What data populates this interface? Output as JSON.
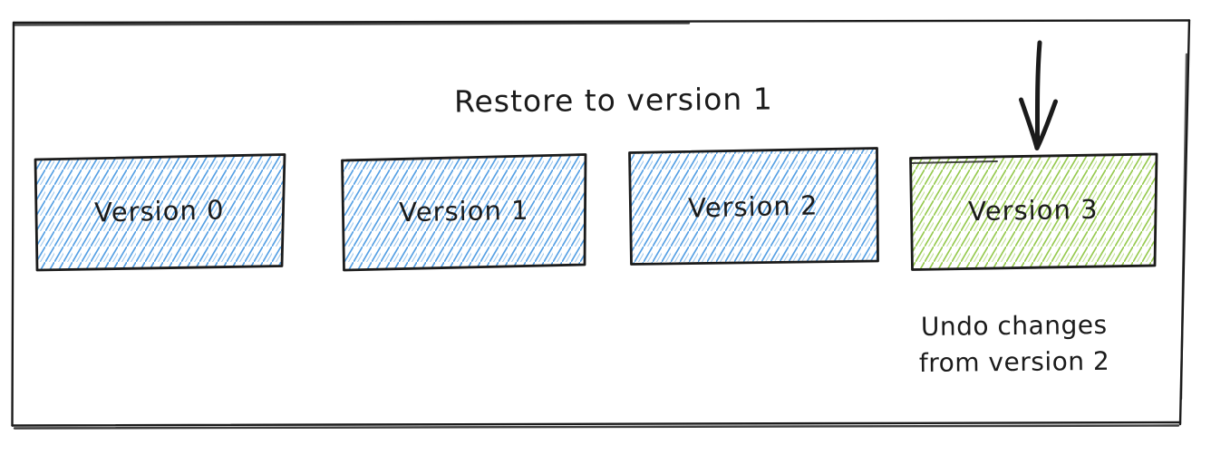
{
  "diagram": {
    "title": "Restore to version 1",
    "boxes": [
      {
        "label": "Version 0",
        "fill_style": "blue-hachure"
      },
      {
        "label": "Version 1",
        "fill_style": "blue-hachure"
      },
      {
        "label": "Version 2",
        "fill_style": "blue-hachure"
      },
      {
        "label": "Version 3",
        "fill_style": "green-hachure"
      }
    ],
    "annotation": {
      "line1": "Undo changes",
      "line2": "from version 2"
    },
    "icons": {
      "arrow": "down-arrow-icon"
    },
    "colors": {
      "blue_hatch": "#55a0e4",
      "green_hatch": "#96ca4f",
      "ink": "#1b1b1b",
      "background": "#ffffff"
    }
  }
}
